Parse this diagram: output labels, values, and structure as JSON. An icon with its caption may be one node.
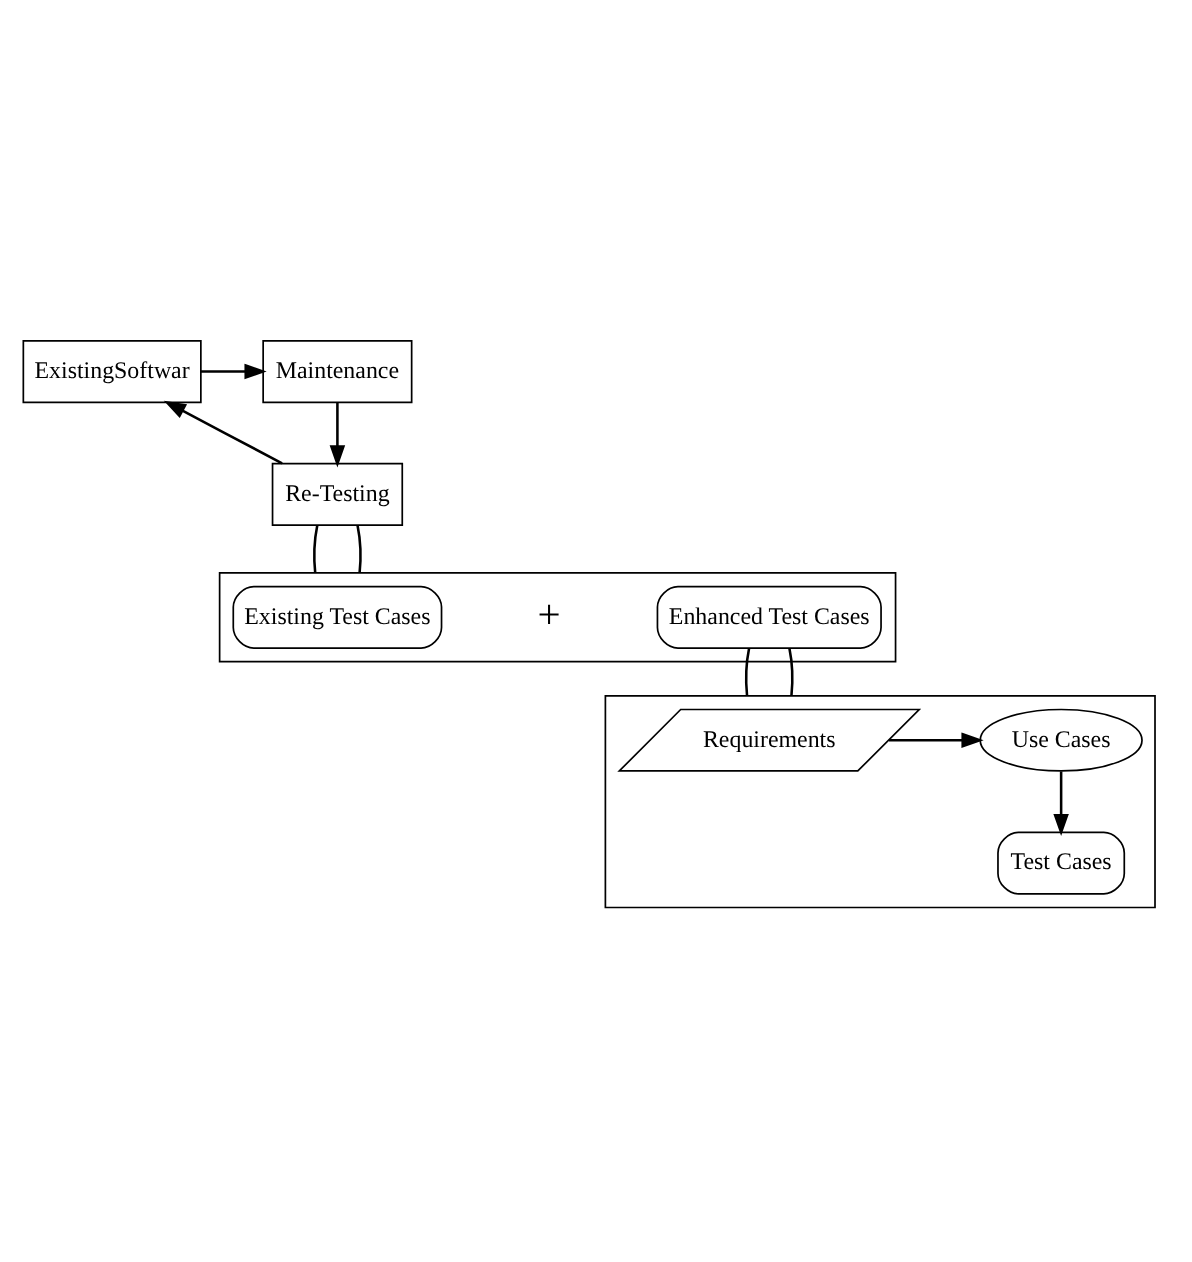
{
  "diagram": {
    "nodes": [
      {
        "text": [
          "ExistingSoftwar"
        ]
      },
      {
        "text": [
          "Maintenance"
        ]
      },
      {
        "text": [
          "Re-Testing"
        ]
      },
      {
        "text": [],
        "shape": "box"
      },
      {
        "text": [
          "Existing Test Cases"
        ],
        "in": 3
      },
      {
        "text": [
          "Enhanced Test Cases"
        ],
        "in": 3
      },
      {
        "text": [],
        "shape": "box"
      },
      {
        "text": [
          "Requirements"
        ],
        "in": 6
      },
      {
        "text": [
          "Use Cases"
        ],
        "in": 6
      },
      {
        "text": [
          "Test Cases"
        ],
        "in": 6
      }
    ],
    "edges": [
      {
        "from": 0,
        "to": 1,
        "arrow": "to"
      },
      {
        "from": 1,
        "to": 2,
        "arrow": "to"
      },
      {
        "from": 2,
        "to": 0,
        "arrow": "to"
      },
      {
        "from": 2,
        "to": 3,
        "arrow": "none"
      },
      {
        "from": 2,
        "to": 3,
        "arrow": "none"
      },
      {
        "from": 5,
        "to": 6,
        "arrow": "none"
      },
      {
        "from": 5,
        "to": 6,
        "arrow": "none"
      },
      {
        "from": 7,
        "to": 8,
        "arrow": "to"
      },
      {
        "from": 8,
        "to": 9,
        "arrow": "to"
      }
    ],
    "labels": [
      "+"
    ]
  }
}
